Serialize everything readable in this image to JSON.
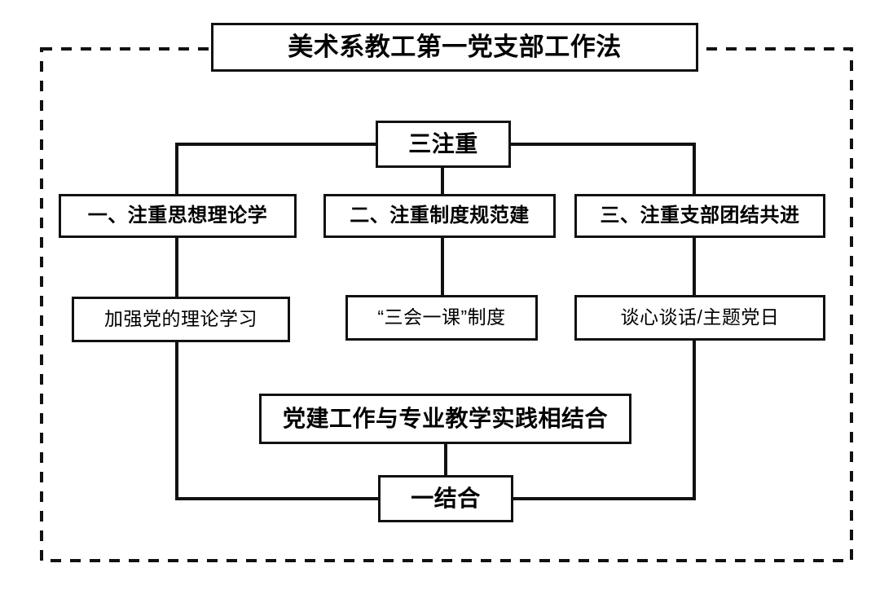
{
  "page": {
    "title": "美术系教工第一党支部工作法",
    "background_color": "#ffffff",
    "line_color": "#111111",
    "text_color": "#000000"
  },
  "diagram": {
    "type": "flowchart",
    "outer_frame": {
      "style": "dashed",
      "color": "#111111"
    },
    "title_box": {
      "label": "美术系教工第一党支部工作法"
    },
    "root_box": {
      "label": "三注重"
    },
    "branches": [
      {
        "id": "branch-1",
        "label": "一、注重思想理论学",
        "child": {
          "id": "leaf-1",
          "label": "加强党的理论学习"
        }
      },
      {
        "id": "branch-2",
        "label": "二、注重制度规范建",
        "child": {
          "id": "leaf-2",
          "label": "“三会一课”制度"
        }
      },
      {
        "id": "branch-3",
        "label": "三、注重支部团结共进",
        "child": {
          "id": "leaf-3",
          "label": "谈心谈话/主题党日"
        }
      }
    ],
    "combine_box": {
      "label": "党建工作与专业教学实践相结合"
    },
    "bottom_box": {
      "label": "一结合"
    }
  }
}
